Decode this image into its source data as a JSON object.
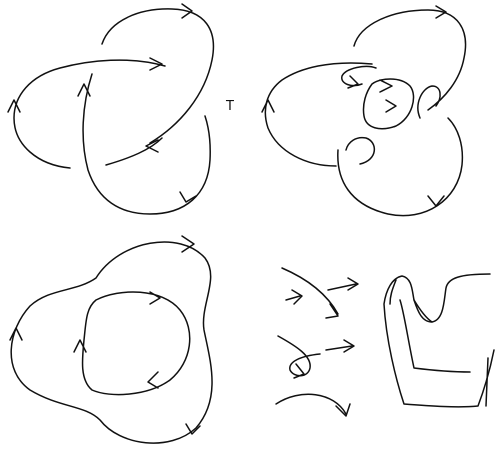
{
  "panels": [
    {
      "id": "trefoil-diagram"
    },
    {
      "id": "seifert-smoothing"
    },
    {
      "id": "seifert-circles"
    },
    {
      "id": "seifert-surface-construction"
    }
  ],
  "transition_label": "T"
}
